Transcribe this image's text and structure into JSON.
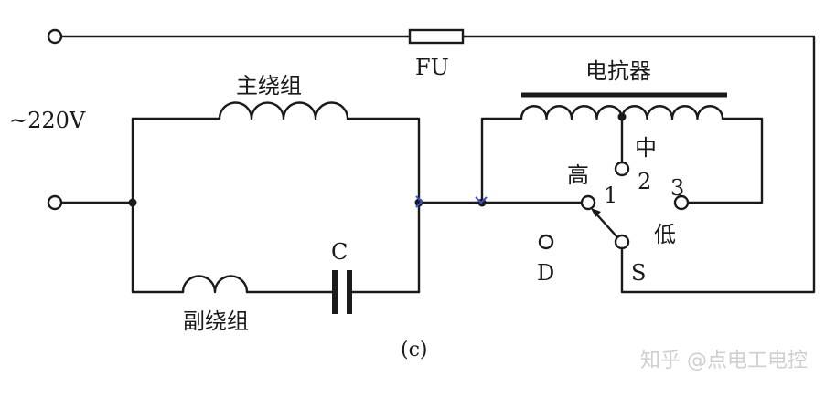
{
  "labels": {
    "supply": "~220V",
    "fuse": "FU",
    "main_winding": "主绕组",
    "aux_winding": "副绕组",
    "capacitor": "C",
    "reactor": "电抗器",
    "mid_char": "中",
    "high_char": "高",
    "low_char": "低",
    "tap1": "1",
    "tap2": "2",
    "tap3": "3",
    "tap_d": "D",
    "switch": "S",
    "caption": "(c)",
    "watermark": "知乎 @点电工电控"
  }
}
